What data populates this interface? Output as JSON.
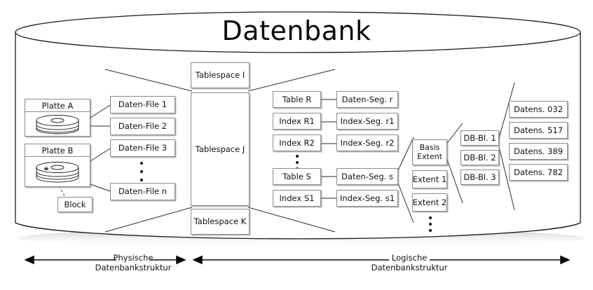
{
  "diagram": {
    "title": "Datenbank",
    "physical": {
      "disks": [
        {
          "label": "Platte A",
          "icon": "disk-stack-icon"
        },
        {
          "label": "Platte B",
          "icon": "disk-stack-icon"
        }
      ],
      "block": "Block",
      "data_files": [
        "Daten-File 1",
        "Daten-File 2",
        "Daten-File 3",
        "Daten-File n"
      ],
      "data_files_ellipsis": "⋮"
    },
    "tablespaces": [
      "Tablespace I",
      "Tablespace J",
      "Tablespace K"
    ],
    "logical": {
      "objects": [
        "Table R",
        "Index R1",
        "Index R2",
        "Table S",
        "Index S1"
      ],
      "objects_ellipsis": "⋮",
      "segments": [
        "Daten-Seg. r",
        "Index-Seg. r1",
        "Index-Seg. r2",
        "Daten-Seg. s",
        "Index-Seg. s1"
      ],
      "extents": [
        "Basis Extent",
        "Extent 1",
        "Extent 2"
      ],
      "extents_ellipsis": "⋮",
      "extent_basis_line1": "Basis",
      "extent_basis_line2": "Extent",
      "db_blocks": [
        "DB-Bl. 1",
        "DB-Bl. 2",
        "DB-Bl. 3"
      ],
      "records": [
        "Datens. 032",
        "Datens. 517",
        "Datens. 389",
        "Datens. 782"
      ]
    },
    "axes": [
      {
        "line1": "Physische",
        "line2": "Datenbankstruktur"
      },
      {
        "line1": "Logische",
        "line2": "Datenbankstruktur"
      }
    ],
    "colors": {
      "box_border": "#8a8a8a",
      "box_fill": "#ffffff",
      "text": "#111111",
      "cylinder_stroke": "#1a1a1a",
      "background": "#ffffff"
    }
  }
}
